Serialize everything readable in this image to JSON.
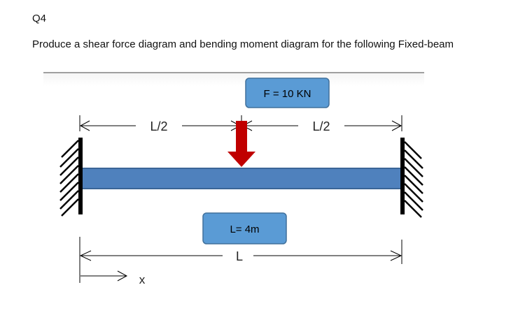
{
  "question": {
    "number": "Q4"
  },
  "prompt": "Produce a shear force diagram and bending moment diagram for the following Fixed-beam",
  "diagram": {
    "force_label": "F = 10 KN",
    "length_label": "L= 4m",
    "half_left_label": "L/2",
    "half_right_label": "L/2",
    "span_label": "L",
    "axis_label": "x",
    "colors": {
      "beam": "#4f81bd",
      "beam_edge": "#3a6597",
      "label_box": "#5a9bd5",
      "label_box_edge": "#41719c",
      "force_arrow": "#c00000",
      "support": "#000000"
    }
  }
}
